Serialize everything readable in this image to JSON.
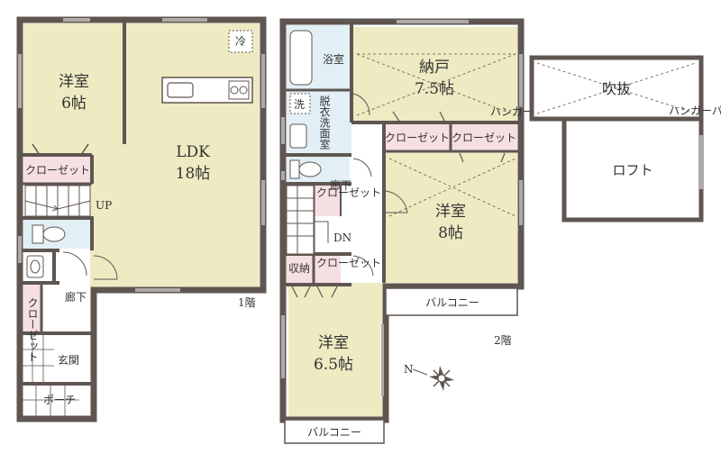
{
  "colors": {
    "wall": "#5f5551",
    "room": "#eeeac2",
    "closet": "#f6dfe2",
    "wet": "#e2f0f6",
    "floor_plain": "#ffffff",
    "text": "#333333"
  },
  "floor1": {
    "western_room": {
      "name": "洋室",
      "size": "6帖"
    },
    "ldk": {
      "name": "LDK",
      "size": "18帖"
    },
    "closet": "クローゼット",
    "up": "UP",
    "closet_vertical": "クローゼット",
    "hallway": "廊下",
    "entrance": "玄関",
    "porch": "ポーチ",
    "floor_label": "1階",
    "fridge": "冷"
  },
  "floor2": {
    "bath": "浴室",
    "washroom": "脱衣洗面室",
    "washer": "洗",
    "storage_room": {
      "name": "納戸",
      "size": "7.5帖"
    },
    "closet_a": "クローゼット",
    "closet_b": "クローゼット",
    "hanger_pipe": "ハンガーパイプ",
    "hallway": "廊下",
    "closet_stairs": "クローゼット",
    "dn": "DN",
    "storage": "収納",
    "closet_small": "クローゼット",
    "western_room_8": {
      "name": "洋室",
      "size": "8帖"
    },
    "balcony_a": "バルコニー",
    "floor_label": "2階",
    "western_room_65": {
      "name": "洋室",
      "size": "6.5帖"
    },
    "balcony_b": "バルコニー"
  },
  "loft": {
    "void": "吹抜",
    "loft": "ロフト",
    "hanger_pipe": "ハンガーパイプ"
  },
  "compass": {
    "north": "N"
  }
}
